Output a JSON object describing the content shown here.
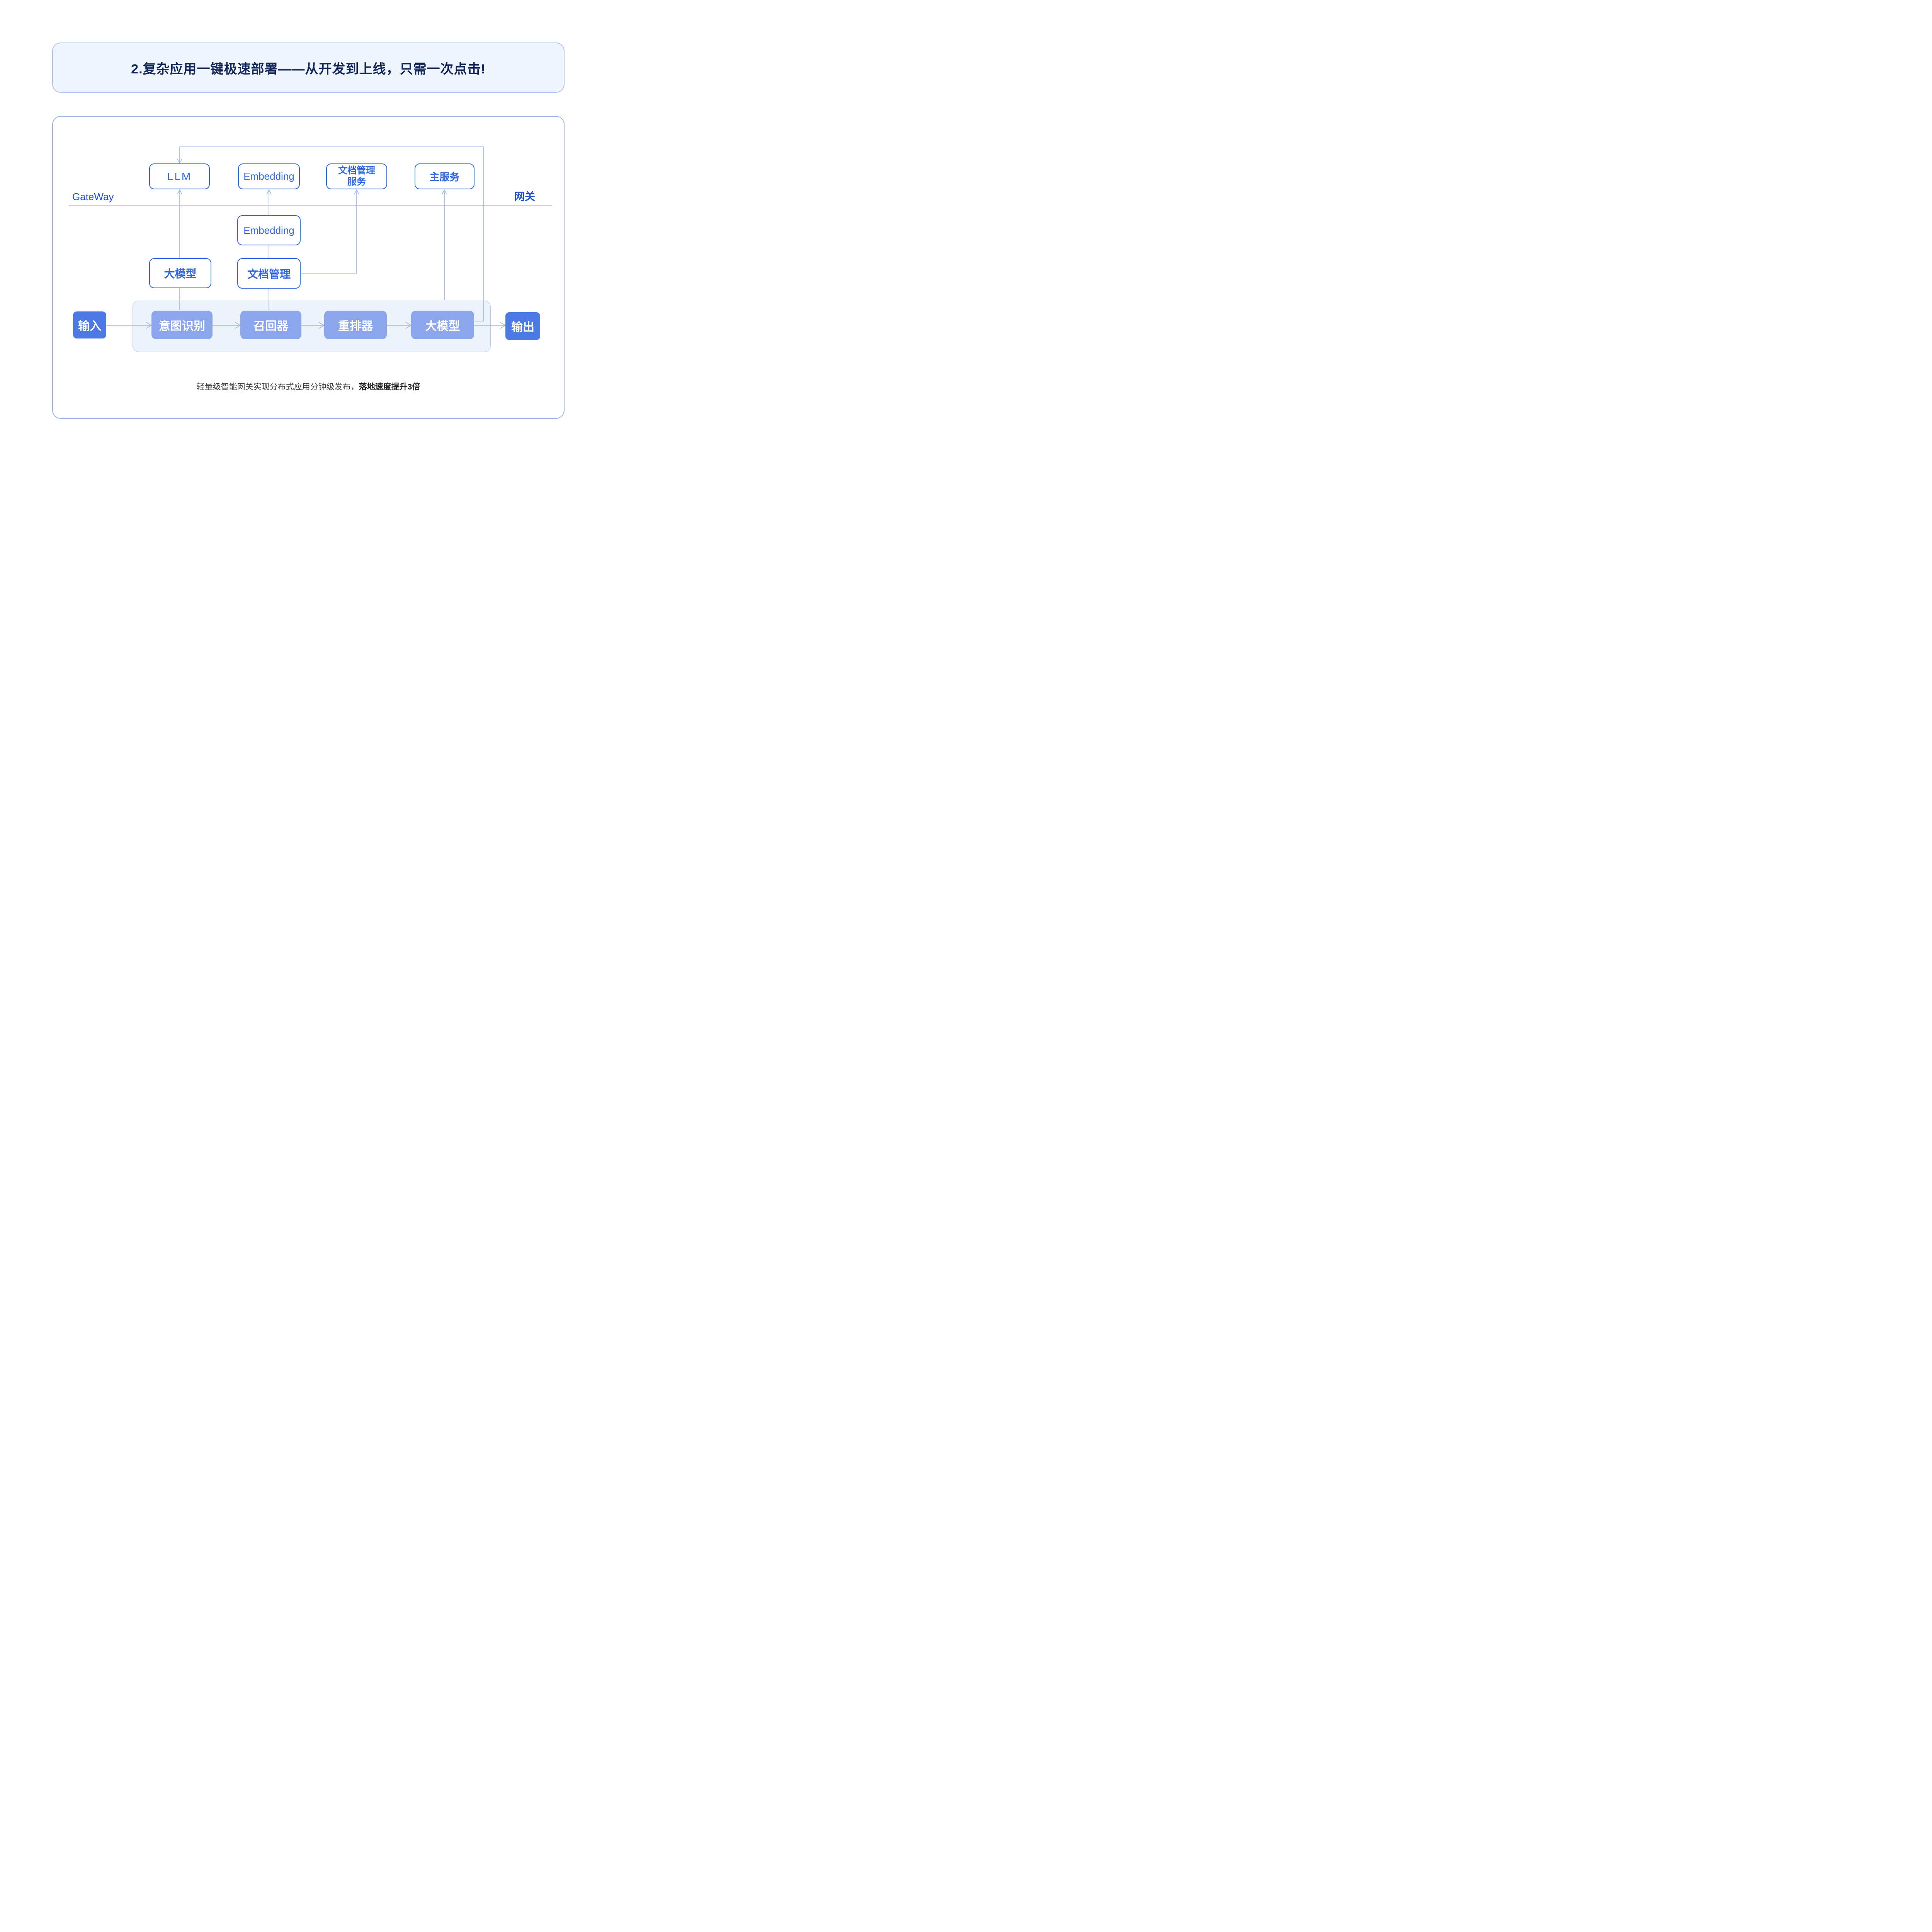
{
  "banner": {
    "title": "2.复杂应用一键极速部署——从开发到上线，只需一次点击!"
  },
  "gateway": {
    "label_en": "GateWay",
    "label_zh": "网关"
  },
  "nodes": {
    "top_row": [
      {
        "label": "LLM"
      },
      {
        "label": "Embedding"
      },
      {
        "label": "文档管理服务"
      },
      {
        "label": "主服务"
      }
    ],
    "middle": {
      "embedding": "Embedding",
      "large_model": "大模型",
      "doc_management": "文档管理"
    },
    "pipeline": [
      {
        "label": "意图识别"
      },
      {
        "label": "召回器"
      },
      {
        "label": "重排器"
      },
      {
        "label": "大模型"
      }
    ],
    "input": "输入",
    "output": "输出"
  },
  "caption": {
    "regular": "轻量级智能网关实现分布式应用分钟级发布，",
    "bold": "落地速度提升3倍"
  },
  "colors": {
    "title_navy": "#13265c",
    "outline_blue": "#3568e0",
    "node_text_blue": "#2e66e5",
    "gateway_label_blue": "#1d4fd7",
    "solid_node_blue": "#4d79e4",
    "pipeline_node_blue": "#8ba6ec",
    "connector_blue": "#9fb6ea",
    "banner_bg": "#eff5fc",
    "container_bg": "#edf3fb"
  }
}
